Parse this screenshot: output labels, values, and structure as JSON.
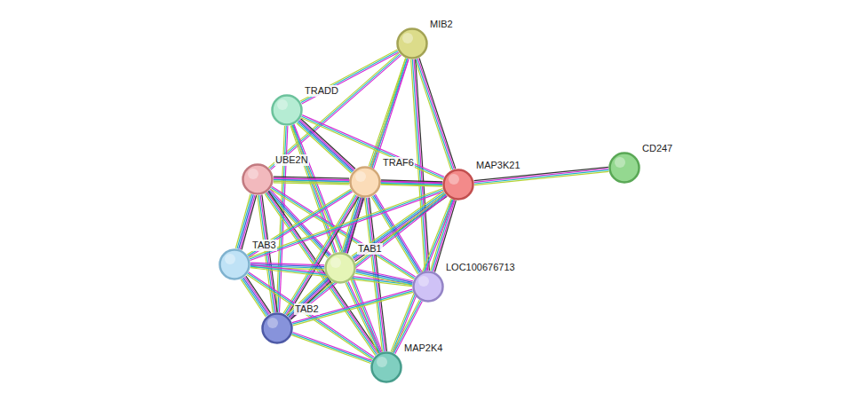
{
  "diagram": {
    "nodes": [
      {
        "text": [
          "MIB2"
        ]
      },
      {
        "text": [
          "TRADD"
        ]
      },
      {
        "text": [
          "UBE2N"
        ]
      },
      {
        "text": [
          "TRAF6"
        ]
      },
      {
        "text": [
          "MAP3K21"
        ]
      },
      {
        "text": [
          "CD247"
        ]
      },
      {
        "text": [
          "TAB3"
        ]
      },
      {
        "text": [
          "TAB1"
        ]
      },
      {
        "text": [
          "LOC100676713"
        ]
      },
      {
        "text": [
          "TAB2"
        ]
      },
      {
        "text": [
          "MAP2K4"
        ]
      }
    ],
    "edges": [
      {
        "from": 0,
        "to": 1,
        "arrow": "none"
      },
      {
        "from": 0,
        "to": 2,
        "arrow": "none"
      },
      {
        "from": 0,
        "to": 3,
        "arrow": "none"
      },
      {
        "from": 0,
        "to": 4,
        "arrow": "none"
      },
      {
        "from": 0,
        "to": 7,
        "arrow": "none"
      },
      {
        "from": 0,
        "to": 8,
        "arrow": "none"
      },
      {
        "from": 1,
        "to": 3,
        "arrow": "none"
      },
      {
        "from": 1,
        "to": 4,
        "arrow": "none"
      },
      {
        "from": 1,
        "to": 7,
        "arrow": "none"
      },
      {
        "from": 1,
        "to": 9,
        "arrow": "none"
      },
      {
        "from": 1,
        "to": 10,
        "arrow": "none"
      },
      {
        "from": 2,
        "to": 3,
        "arrow": "none"
      },
      {
        "from": 2,
        "to": 4,
        "arrow": "none"
      },
      {
        "from": 2,
        "to": 6,
        "arrow": "none"
      },
      {
        "from": 2,
        "to": 7,
        "arrow": "none"
      },
      {
        "from": 2,
        "to": 9,
        "arrow": "none"
      },
      {
        "from": 2,
        "to": 8,
        "arrow": "none"
      },
      {
        "from": 2,
        "to": 10,
        "arrow": "none"
      },
      {
        "from": 3,
        "to": 4,
        "arrow": "none"
      },
      {
        "from": 3,
        "to": 6,
        "arrow": "none"
      },
      {
        "from": 3,
        "to": 7,
        "arrow": "none"
      },
      {
        "from": 3,
        "to": 9,
        "arrow": "none"
      },
      {
        "from": 3,
        "to": 8,
        "arrow": "none"
      },
      {
        "from": 3,
        "to": 10,
        "arrow": "none"
      },
      {
        "from": 4,
        "to": 5,
        "arrow": "none"
      },
      {
        "from": 4,
        "to": 6,
        "arrow": "none"
      },
      {
        "from": 4,
        "to": 7,
        "arrow": "none"
      },
      {
        "from": 4,
        "to": 9,
        "arrow": "none"
      },
      {
        "from": 4,
        "to": 8,
        "arrow": "none"
      },
      {
        "from": 4,
        "to": 10,
        "arrow": "none"
      },
      {
        "from": 6,
        "to": 7,
        "arrow": "none"
      },
      {
        "from": 6,
        "to": 9,
        "arrow": "none"
      },
      {
        "from": 6,
        "to": 8,
        "arrow": "none"
      },
      {
        "from": 6,
        "to": 10,
        "arrow": "none"
      },
      {
        "from": 7,
        "to": 9,
        "arrow": "none"
      },
      {
        "from": 7,
        "to": 8,
        "arrow": "none"
      },
      {
        "from": 7,
        "to": 10,
        "arrow": "none"
      },
      {
        "from": 9,
        "to": 8,
        "arrow": "none"
      },
      {
        "from": 9,
        "to": 10,
        "arrow": "none"
      },
      {
        "from": 8,
        "to": 10,
        "arrow": "none"
      }
    ]
  }
}
